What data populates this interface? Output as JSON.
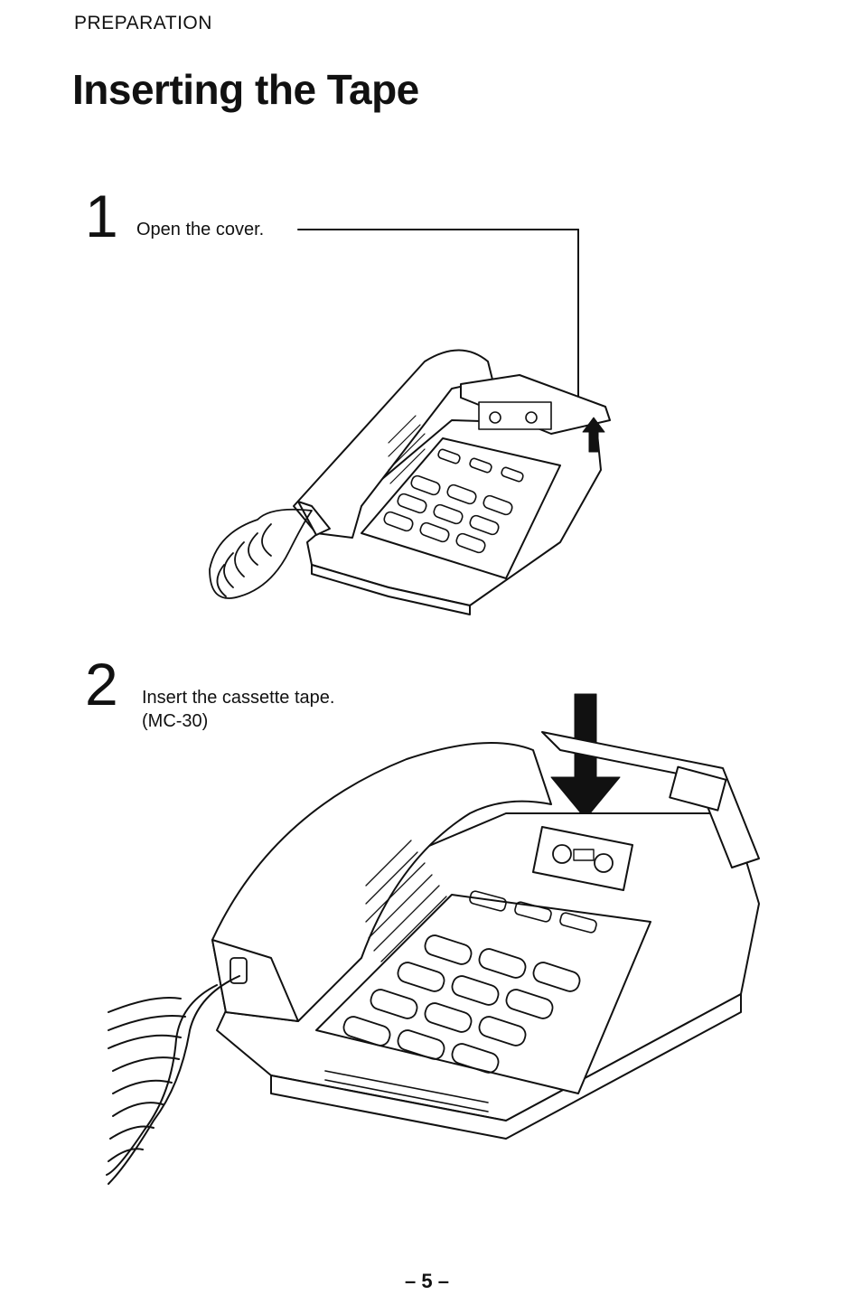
{
  "header": {
    "section": "PREPARATION",
    "title": "Inserting the Tape"
  },
  "steps": [
    {
      "number": "1",
      "text": "Open the cover."
    },
    {
      "number": "2",
      "text": "Insert the cassette tape.",
      "subtext": "(MC-30)"
    }
  ],
  "footer": {
    "page_number": "– 5 –"
  }
}
